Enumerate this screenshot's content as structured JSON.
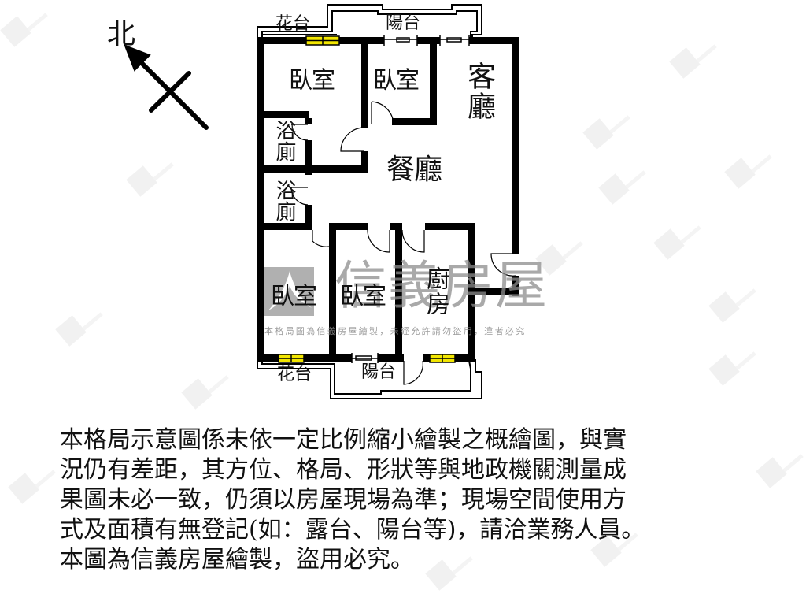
{
  "compass": {
    "label": "北",
    "icon": "north-arrow-icon"
  },
  "rooms": {
    "bedroom_top_left": "臥室",
    "bedroom_top_mid": "臥室",
    "living_room": "客廳",
    "dining_room": "餐廳",
    "bath_upper": "浴廁",
    "bath_lower": "浴廁",
    "bedroom_bottom_left": "臥室",
    "bedroom_bottom_mid": "臥室",
    "kitchen": "廚房"
  },
  "exterior": {
    "planter_top": "花台",
    "balcony_top": "陽台",
    "planter_bottom": "花台",
    "balcony_bottom": "陽台"
  },
  "watermark": {
    "brand": "信義房屋",
    "note": "本格局圖為信義房屋繪製，未經允許請勿盜用，違者必究"
  },
  "disclaimer": {
    "lines": [
      "本格局示意圖係未依一定比例縮小繪製之概繪圖，與實",
      "況仍有差距，其方位、格局、形狀等與地政機關測量成",
      "果圖未必一致，仍須以房屋現場為準；現場空間使用方",
      "式及面積有無登記(如：露台、陽台等)，請洽業務人員。",
      "本圖為信義房屋繪製，盜用必究。"
    ]
  },
  "colors": {
    "wall": "#000000",
    "window_fill": "#f2e600",
    "watermark_gray": "#8c8c8c",
    "background": "#ffffff"
  }
}
